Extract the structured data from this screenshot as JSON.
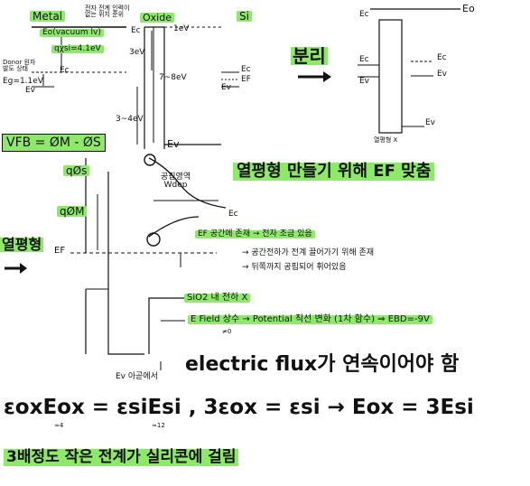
{
  "labels": {
    "metal": "Metal",
    "note_top": "전자 전계 인력이\n없는 위치 준위",
    "oxide": "Oxide",
    "si": "Si",
    "plus1ev": "1eV",
    "eo_vacuum": "Eo(vacuum lv)",
    "qchi": "qχsi=4.1eV",
    "three_ev": "3eV",
    "donor": "Donor 원자\n발도 상태",
    "ec_left": "Ec",
    "eg": "Eg=1.1eV",
    "ev_left": "Ev",
    "seven_ev": "7~8eV",
    "ec_ox": "Ec",
    "three_four_ev": "3~4eV",
    "ev_ox": "Ev",
    "ec_si": "Ec",
    "ef_si": "EF",
    "ev_si": "Ev",
    "vfb": "VFB = ØM - ØS",
    "qphis": "qØs",
    "qphim": "qØM",
    "depletion": "공핍영역\nWdep",
    "ec_band": "Ec",
    "ef_note": "EF 공간에 존재 → 전자 조금 있음",
    "equilibrium": "열평형",
    "ef_left": "EF",
    "bullet1": "→ 공간전하가 전계 끌어가기 위해 존재",
    "bullet2": "→ 뒤쪽까지 공핍되어 휘어있음",
    "sio2": "SiO2 내 전하 X",
    "efield": "E Field 상수 → Potential 직선 변화 (1차 함수) ⇒ EBD=-9V",
    "neq0": "≠0",
    "ev_bend": "Ev 아곧에서",
    "electric_flux": "electric flux가 연속이어야 함",
    "equation": "εoxEox = εsiEsi , 3εox = εsi → Eox = 3Esi",
    "approx4": "≈4",
    "approx12": "≈12",
    "bottom_note": "3배정도 작은 전계가 실리콘에 걸림",
    "separated": "분리",
    "heading_eq": "열평형 만들기 위해 EF 맞춤",
    "eo_right": "Eo",
    "ec_box": "Ec",
    "ec_right": "Ec",
    "ev_right": "Ev",
    "ec_r2": "Ec",
    "ev_r2": "Ev",
    "ev_box": "Ev",
    "oxide_note": "열평형 X"
  }
}
